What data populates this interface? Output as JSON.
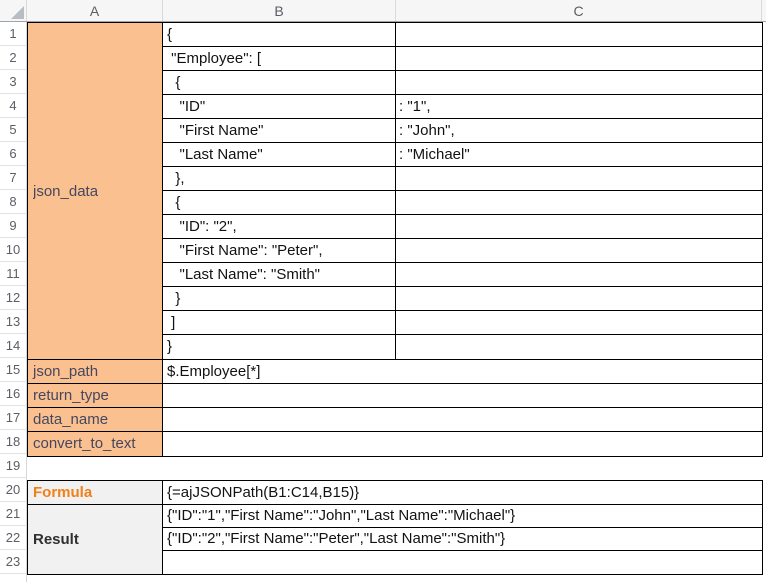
{
  "colors": {
    "fill_orange": "#FAC090",
    "fill_gray": "#F1F1F1",
    "cell_border": "#000000",
    "label_text": "#45475F",
    "formula_label_text": "#F08019",
    "result_label_text": "#303030",
    "header_text": "#5B5E66"
  },
  "header": {
    "columns": [
      "A",
      "B",
      "C"
    ]
  },
  "rows": {
    "numbers": [
      "1",
      "2",
      "3",
      "4",
      "5",
      "6",
      "7",
      "8",
      "9",
      "10",
      "11",
      "12",
      "13",
      "14",
      "15",
      "16",
      "17",
      "18",
      "19",
      "20",
      "21",
      "22",
      "23"
    ]
  },
  "grid": {
    "a_json_data_label": "json_data",
    "b_json": [
      "{",
      " \"Employee\": [",
      "  {",
      "   \"ID\"",
      "   \"First Name\"",
      "   \"Last Name\"",
      "  },",
      "  {",
      "   \"ID\": \"2\",",
      "   \"First Name\": \"Peter\",",
      "   \"Last Name\": \"Smith\"",
      "  }",
      " ]",
      "}"
    ],
    "c_json": [
      "",
      "",
      "",
      ": \"1\",",
      ": \"John\",",
      ": \"Michael\"",
      "",
      "",
      "",
      "",
      "",
      "",
      "",
      ""
    ],
    "param_rows": [
      {
        "label": "json_path",
        "value": "$.Employee[*]"
      },
      {
        "label": "return_type",
        "value": ""
      },
      {
        "label": "data_name",
        "value": ""
      },
      {
        "label": "convert_to_text",
        "value": ""
      }
    ],
    "formula": {
      "label": "Formula",
      "value": "{=ajJSONPath(B1:C14,B15)}"
    },
    "result": {
      "label": "Result",
      "values": [
        "{\"ID\":\"1\",\"First Name\":\"John\",\"Last Name\":\"Michael\"}",
        "{\"ID\":\"2\",\"First Name\":\"Peter\",\"Last Name\":\"Smith\"}",
        ""
      ]
    }
  }
}
